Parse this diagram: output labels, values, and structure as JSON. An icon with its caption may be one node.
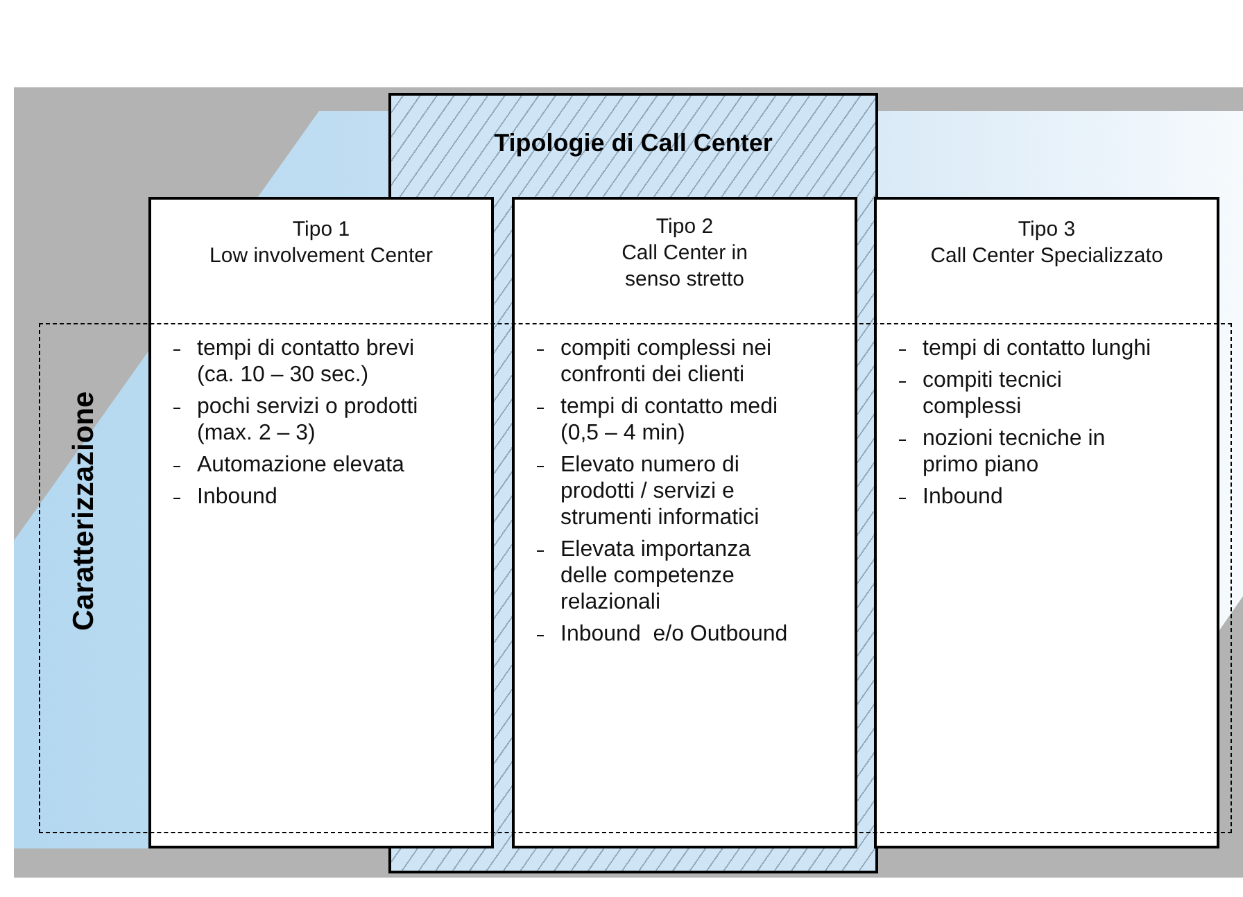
{
  "diagram": {
    "nodes": [
      {
        "text": [
          "Tipologie di Call Center"
        ]
      },
      {
        "text": [
          "Tipo 1",
          "Low involvement Center",
          "tempi di contatto brevi (ca. 10 – 30 sec.)",
          "pochi servizi o prodotti (max. 2 – 3)",
          "Automazione elevata",
          "Inbound"
        ]
      },
      {
        "text": [
          "Tipo 2",
          "Call Center in senso stretto",
          "compiti complessi nei confronti dei clienti",
          "tempi di contatto medi (0,5 – 4 min)",
          "Elevato numero di prodotti / servizi e strumenti informatici",
          "Elevata importanza delle competenze relazionali",
          "Inbound  e/o Outbound"
        ],
        "in": 0
      },
      {
        "text": [
          "Tipo 3",
          "Call Center Specializzato",
          "tempi di contatto lunghi",
          "compiti tecnici complessi",
          "nozioni tecniche in primo piano",
          "Inbound"
        ]
      },
      {
        "text": [
          "Caratterizzazione"
        ]
      }
    ],
    "edges": []
  }
}
